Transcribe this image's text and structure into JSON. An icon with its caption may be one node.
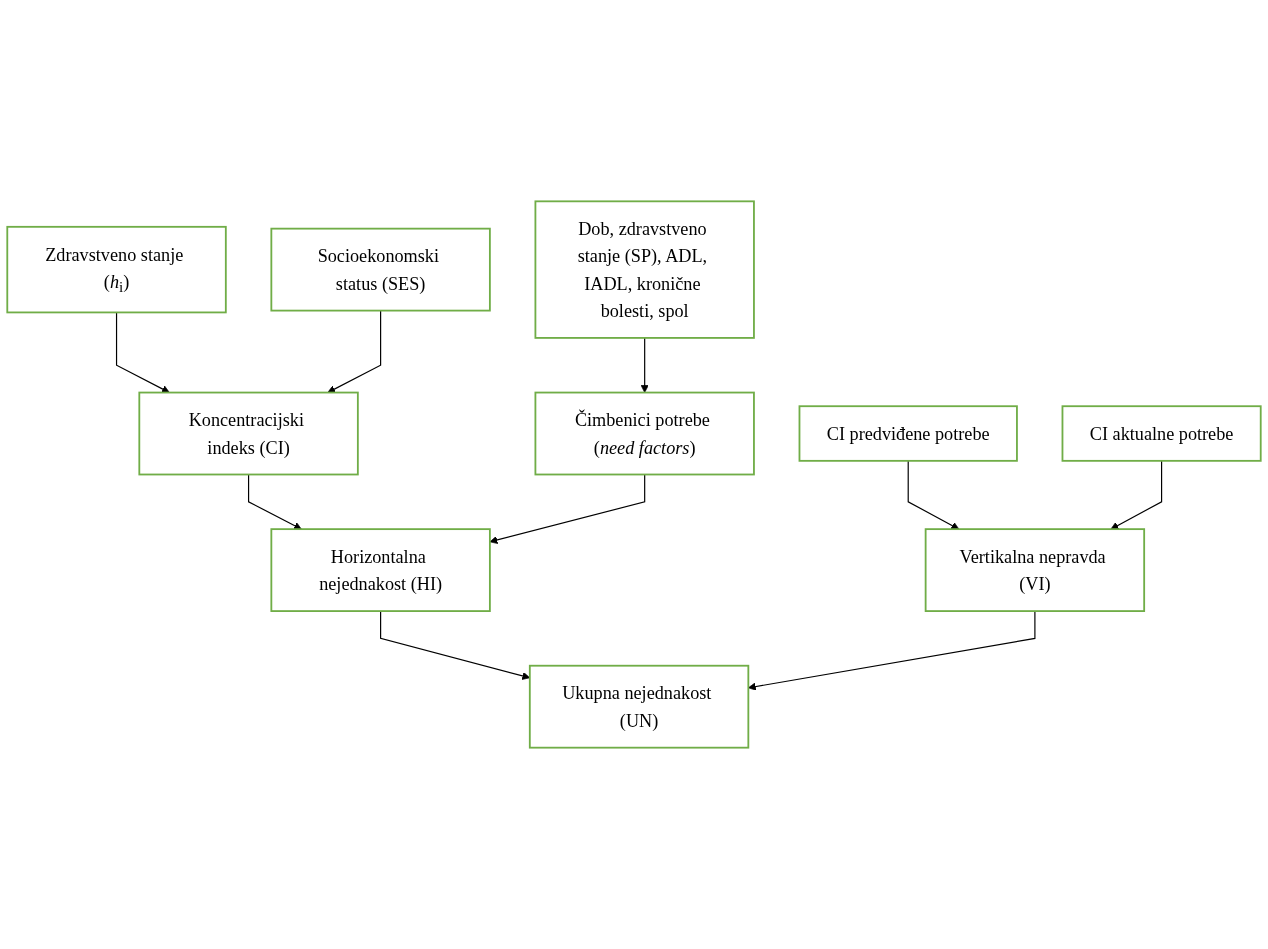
{
  "diagram": {
    "nodes": [
      {
        "text": [
          "Zdravstveno stanje (*h*$_{i}$)"
        ]
      },
      {
        "text": [
          "Socioekonomski status (SES)"
        ]
      },
      {
        "text": [
          "Koncentracijski indeks (CI)"
        ]
      },
      {
        "text": [
          "Čimbenici potrebe (*need factors*)"
        ]
      },
      {
        "text": [
          "Horizontalna nejednakost (HI)"
        ]
      },
      {
        "text": [
          "Ukupna nejednakost (UN)"
        ]
      },
      {
        "text": [
          "Dob, zdravstveno stanje (SP), ADL, IADL, kronične bolesti, spol"
        ]
      },
      {
        "text": [
          "Vertikalna nepravda (VI)"
        ]
      },
      {
        "text": [
          "CI predviđene potrebe"
        ]
      },
      {
        "text": [
          "CI aktualne potrebe"
        ]
      }
    ],
    "edges": [
      {
        "from": 0,
        "to": 2,
        "arrow": "to"
      },
      {
        "from": 1,
        "to": 2,
        "arrow": "to"
      },
      {
        "from": 2,
        "to": 4,
        "arrow": "to"
      },
      {
        "from": 3,
        "to": 4,
        "arrow": "to"
      },
      {
        "from": 6,
        "to": 3,
        "arrow": "to"
      },
      {
        "from": 4,
        "to": 5,
        "arrow": "to"
      },
      {
        "from": 7,
        "to": 5,
        "arrow": "to"
      },
      {
        "from": 8,
        "to": 7,
        "arrow": "to"
      },
      {
        "from": 9,
        "to": 7,
        "arrow": "to"
      }
    ]
  }
}
